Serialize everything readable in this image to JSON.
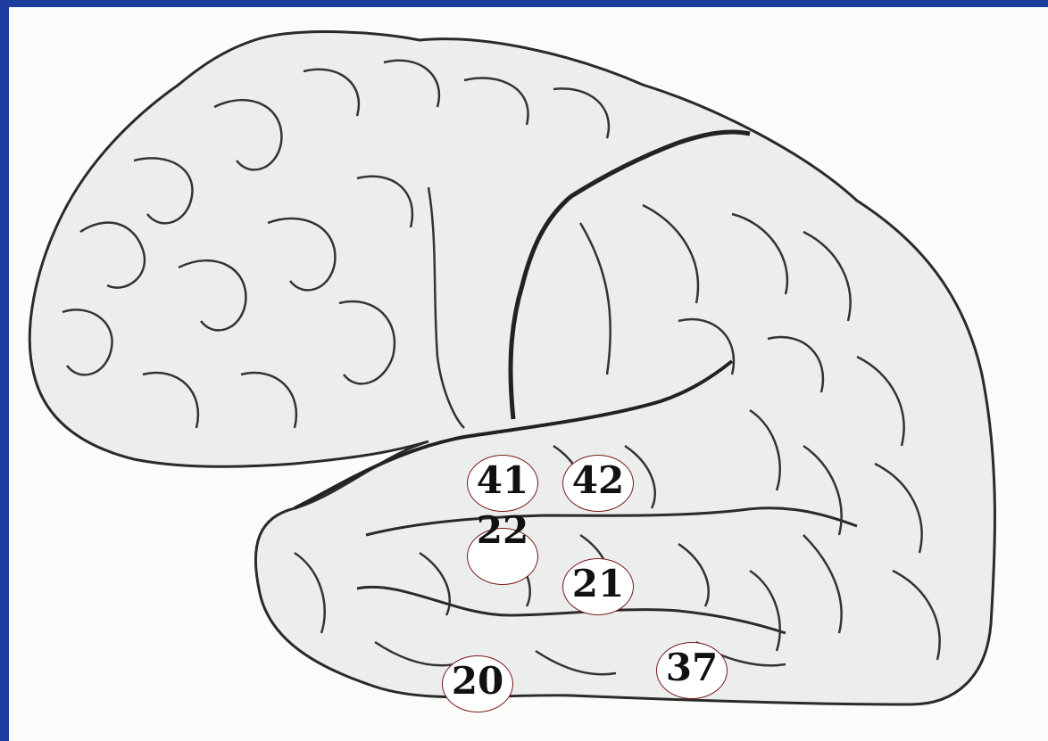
{
  "brodmann_areas": [
    {
      "id": "a41",
      "label": "41"
    },
    {
      "id": "a42",
      "label": "42"
    },
    {
      "id": "a22",
      "label": "22"
    },
    {
      "id": "a21",
      "label": "21"
    },
    {
      "id": "a20",
      "label": "20"
    },
    {
      "id": "a37",
      "label": "37"
    }
  ],
  "colors": {
    "frame": "#1b3c9e",
    "paper": "#fbfbf9",
    "brain_fill": "#eceeed",
    "sulcus_line": "#2a2a2a",
    "label_border": "#7a1a1a"
  }
}
